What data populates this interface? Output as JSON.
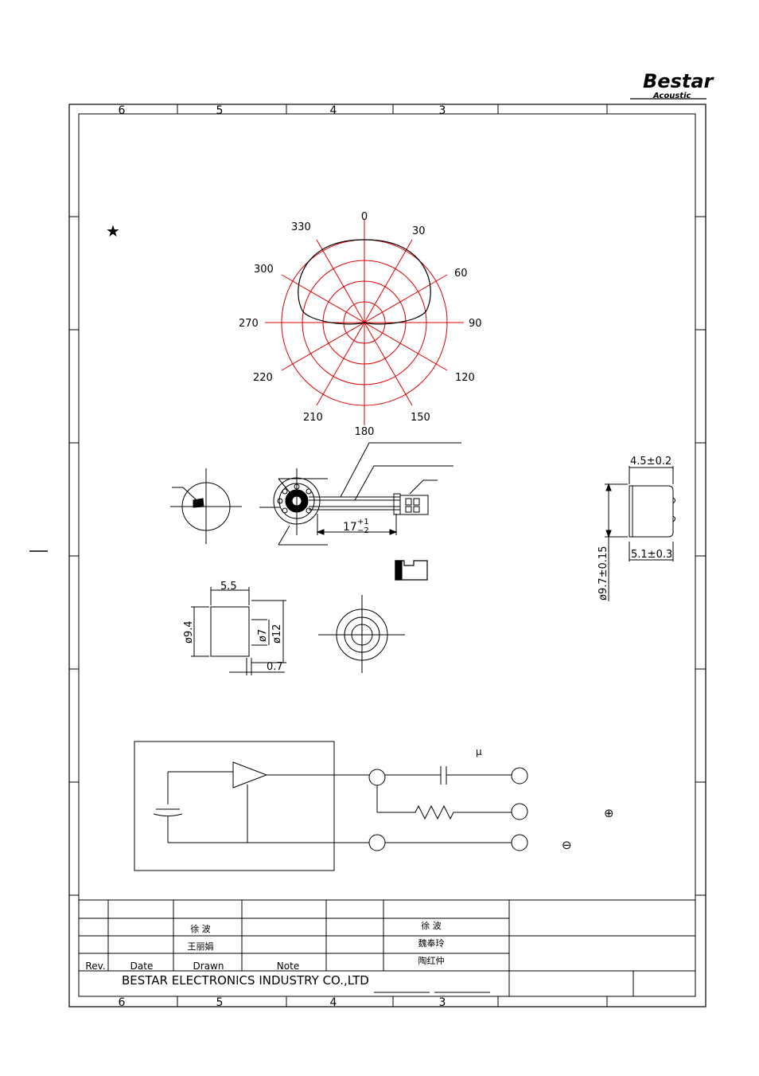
{
  "logo": {
    "brand": "Bestar",
    "sub": "Acoustic"
  },
  "frame": {
    "cols_top": [
      "6",
      "5",
      "4",
      "3"
    ],
    "cols_bottom": [
      "6",
      "5",
      "4",
      "3"
    ]
  },
  "note_marker": "★",
  "polar": {
    "angles": [
      "0",
      "30",
      "60",
      "90",
      "120",
      "150",
      "180",
      "210",
      "220",
      "270",
      "300",
      "330"
    ],
    "grid_color": "#e00000",
    "pattern": "cardioid"
  },
  "dimensions": {
    "cable_length": "17",
    "cable_tol_plus": "+1",
    "cable_tol_minus": "−2",
    "side_height": "4.5±0.2",
    "side_total": "5.1±0.3",
    "diameter": "ø9.7±0.15",
    "cap_width": "5.5",
    "cap_outer_dia": "ø9.4",
    "cap_inner_dia": "ø7",
    "cap_flange_dia": "ø12",
    "cap_thickness": "0.7"
  },
  "circuit": {
    "cap_unit": "μ",
    "plus_symbol": "⊕",
    "minus_symbol": "⊖"
  },
  "title_block": {
    "drawn_1": "徐 波",
    "drawn_2": "王丽娟",
    "approve_1": "徐 波",
    "approve_2": "魏奉玲",
    "approve_3": "陶红仲",
    "col_rev": "Rev.",
    "col_date": "Date",
    "col_drawn": "Drawn",
    "col_note": "Note",
    "company": "BESTAR ELECTRONICS INDUSTRY CO.,LTD"
  }
}
